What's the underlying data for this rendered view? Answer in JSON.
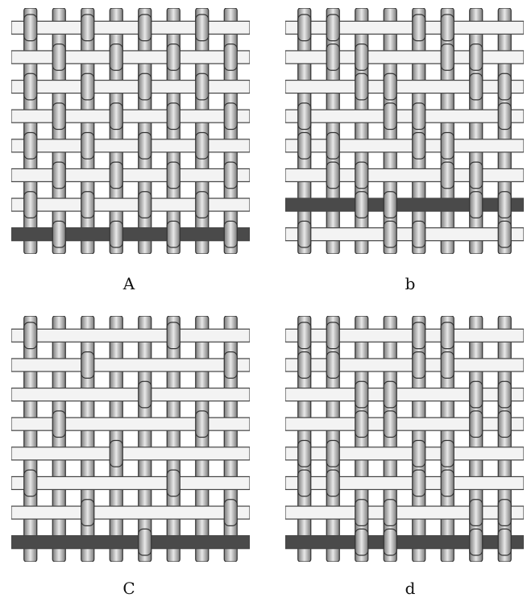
{
  "panels": [
    {
      "label": "A",
      "weave": "plain",
      "repeat": 2,
      "shift": 1,
      "dark_row": 7
    },
    {
      "label": "b",
      "weave": "twill",
      "repeat": 4,
      "shift": 1,
      "dark_row": 6
    },
    {
      "label": "C",
      "weave": "satin",
      "repeat": 5,
      "shift": 2,
      "dark_row": 7
    },
    {
      "label": "d",
      "weave": "basket",
      "repeat": 4,
      "shift": 0,
      "dark_row": 7
    }
  ],
  "grid": {
    "warp_threads": 8,
    "weft_threads": 8
  },
  "colors": {
    "background": "#ffffff",
    "weft_fill": "#f3f3f3",
    "weft_stroke": "#444444",
    "warp_stroke": "#333333",
    "dark_weft": "#4a4a4a",
    "warp_light": "#e8e8e8",
    "warp_dark": "#7a7a7a"
  }
}
